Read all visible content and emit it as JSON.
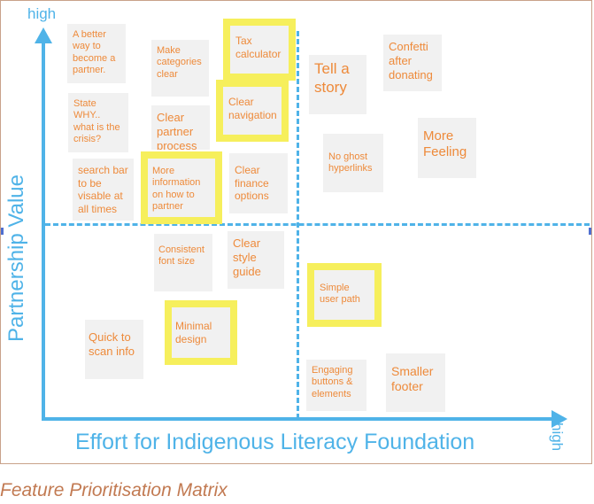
{
  "axes": {
    "y_label": "Partnership Value",
    "x_label": "Effort for Indigenous Literacy Foundation",
    "y_high": "high",
    "x_high": "high"
  },
  "notes": [
    {
      "text": "A better way to become a partner.",
      "highlighted": false
    },
    {
      "text": "Make categories clear",
      "highlighted": false
    },
    {
      "text": "Tax calculator",
      "highlighted": true
    },
    {
      "text": "Confetti after donating",
      "highlighted": false
    },
    {
      "text": "Tell a story",
      "highlighted": false
    },
    {
      "text": "State WHY.. what is the crisis?",
      "highlighted": false
    },
    {
      "text": "Clear partner process",
      "highlighted": false
    },
    {
      "text": "Clear navigation",
      "highlighted": true
    },
    {
      "text": "More Feeling",
      "highlighted": false
    },
    {
      "text": "No ghost hyperlinks",
      "highlighted": false
    },
    {
      "text": "search bar to be visable at all times",
      "highlighted": false
    },
    {
      "text": "More information on how to partner",
      "highlighted": true
    },
    {
      "text": "Clear finance options",
      "highlighted": false
    },
    {
      "text": "Consistent font size",
      "highlighted": false
    },
    {
      "text": "Clear style guide",
      "highlighted": false
    },
    {
      "text": "Simple user path",
      "highlighted": true
    },
    {
      "text": "Quick to scan info",
      "highlighted": false
    },
    {
      "text": "Minimal design",
      "highlighted": true
    },
    {
      "text": "Engaging buttons & elements",
      "highlighted": false
    },
    {
      "text": "Smaller footer",
      "highlighted": false
    }
  ],
  "caption": "Feature Prioritisation Matrix",
  "colors": {
    "axis": "#4fb3e8",
    "note_text": "#ee8a3a",
    "note_bg": "#f1f1f1",
    "highlight": "#f6ef5c",
    "caption": "#c27a52"
  }
}
